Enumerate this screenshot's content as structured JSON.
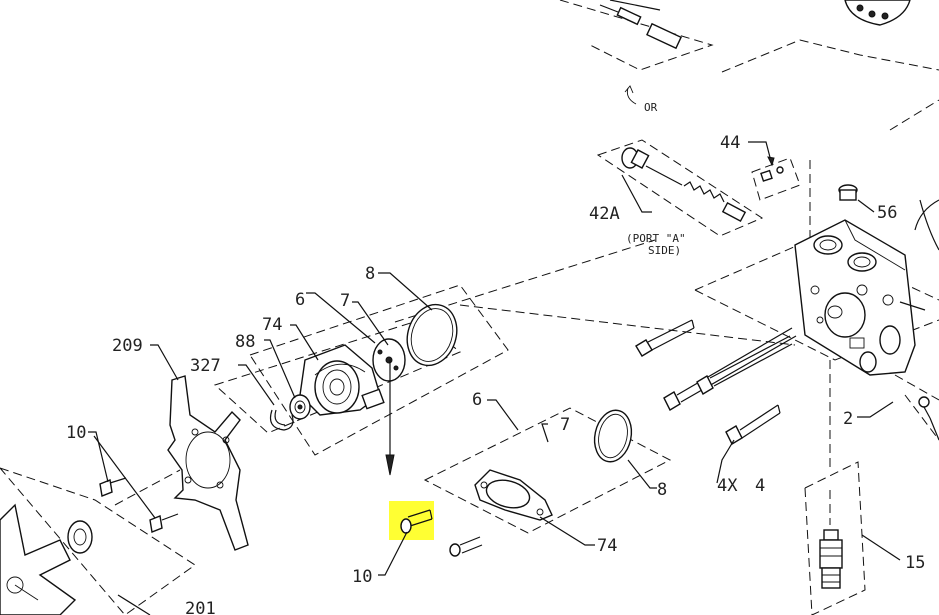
{
  "callouts": {
    "c8a": "8",
    "c6a": "6",
    "c7a": "7",
    "c74a": "74",
    "c88": "88",
    "c327": "327",
    "c209": "209",
    "c10a": "10",
    "c10b": "10",
    "c6b": "6",
    "c7b": "7",
    "c8b": "8",
    "c74b": "74",
    "c44": "44",
    "c42a": "42A",
    "c56": "56",
    "c2": "2",
    "c4x": "4X",
    "c4": "4",
    "c15": "15",
    "c201": "201"
  },
  "notes": {
    "or": "OR",
    "port_line1": "(PORT \"A\"",
    "port_line2": "SIDE)"
  },
  "highlight": {
    "color": "#ffff33",
    "part": "10"
  }
}
